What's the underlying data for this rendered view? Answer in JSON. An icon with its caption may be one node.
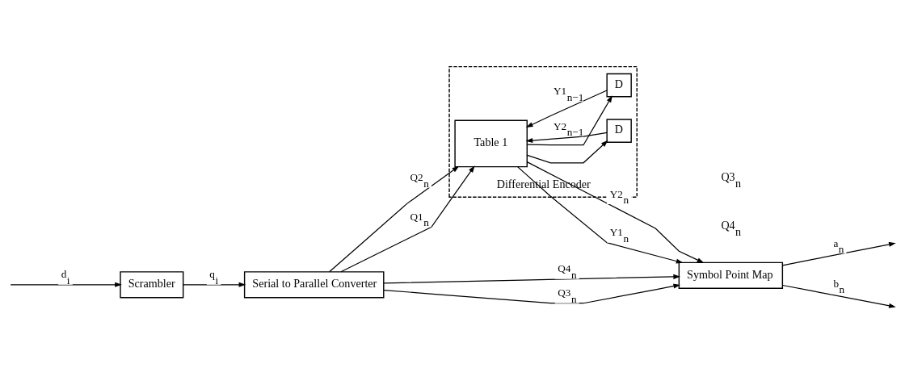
{
  "diagram": {
    "nodes": [
      {
        "text": [
          "Scrambler"
        ]
      },
      {
        "text": [
          "Serial to Parallel Converter"
        ]
      },
      {
        "text": [
          "Differential Encoder"
        ]
      },
      {
        "text": [
          "Table 1"
        ],
        "in": 2
      },
      {
        "text": [
          "D"
        ],
        "in": 2
      },
      {
        "text": [
          "D"
        ],
        "in": 2
      },
      {
        "text": [
          "Symbol Point Map"
        ]
      }
    ],
    "edges": [
      {
        "from": null,
        "to": 0,
        "arrow": "to",
        "label": "d$_{i}$"
      },
      {
        "from": 0,
        "to": 1,
        "arrow": "to",
        "label": "q$_{i}$"
      },
      {
        "from": 1,
        "to": 6,
        "arrow": "to",
        "label": "Q4$_{n}$"
      },
      {
        "from": 1,
        "to": 6,
        "arrow": "to",
        "label": "Q3$_{n}$"
      },
      {
        "from": 1,
        "to": 3,
        "arrow": "to",
        "label": "Q2$_{n}$"
      },
      {
        "from": 1,
        "to": 3,
        "arrow": "to",
        "label": "Q1$_{n}$"
      },
      {
        "from": 3,
        "to": 6,
        "arrow": "to",
        "label": "Y2$_{n}$"
      },
      {
        "from": 3,
        "to": 6,
        "arrow": "to",
        "label": "Y1$_{n}$"
      },
      {
        "from": 3,
        "to": 4,
        "arrow": "to"
      },
      {
        "from": 3,
        "to": 5,
        "arrow": "to"
      },
      {
        "from": 4,
        "to": 3,
        "arrow": "to",
        "label": "Y2$_{n−1}$"
      },
      {
        "from": 5,
        "to": 3,
        "arrow": "to",
        "label": "Y1$_{n−1}$"
      },
      {
        "from": 6,
        "to": null,
        "arrow": "to",
        "label": "a$_{n}$"
      },
      {
        "from": 6,
        "to": null,
        "arrow": "to",
        "label": "b$_{n}$"
      }
    ],
    "labels": [
      "Q4$_{n}$",
      "Q3$_{n}$"
    ]
  }
}
